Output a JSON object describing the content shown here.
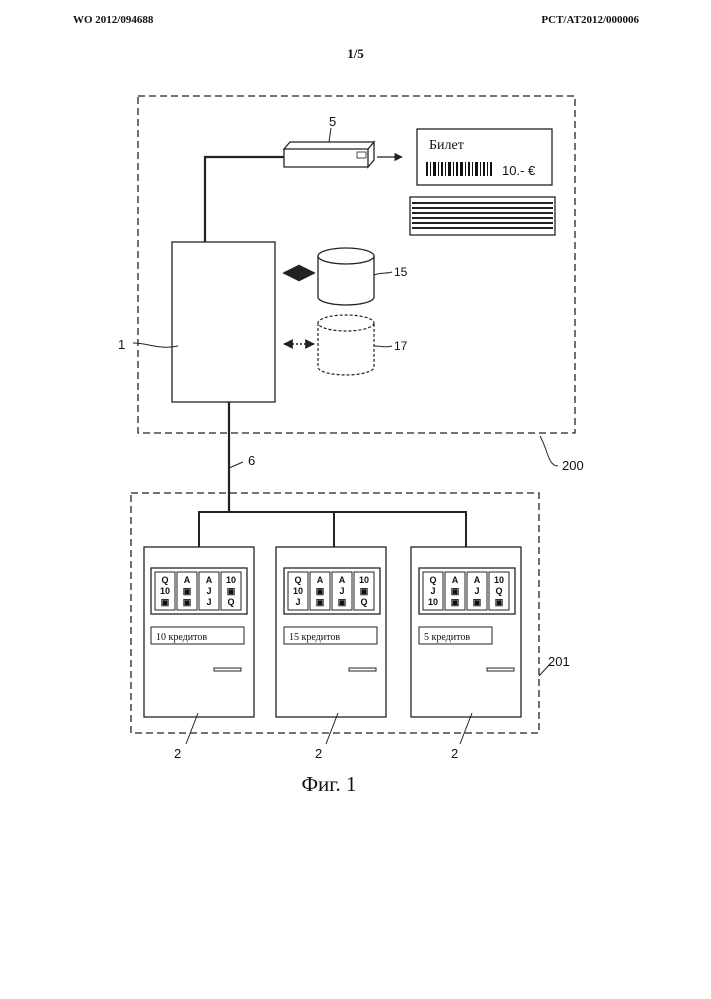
{
  "header": {
    "left": "WO 2012/094688",
    "right": "PCT/AT2012/000006",
    "sheet": "1/5"
  },
  "labels": {
    "server": "1",
    "printer": "5",
    "db_main": "15",
    "db_optional": "17",
    "link": "6",
    "group_server": "200",
    "group_machines": "201",
    "machine": "2"
  },
  "ticket": {
    "title": "Билет",
    "amount": "10.- €"
  },
  "machines": [
    {
      "credits": "10 кредитов",
      "reels": [
        [
          "Q",
          "10",
          "▣"
        ],
        [
          "A",
          "▣",
          "▣"
        ],
        [
          "A",
          "J",
          "J"
        ],
        [
          "10",
          "▣",
          "Q"
        ]
      ]
    },
    {
      "credits": "15 кредитов",
      "reels": [
        [
          "Q",
          "10",
          "J"
        ],
        [
          "A",
          "▣",
          "▣"
        ],
        [
          "A",
          "J",
          "▣"
        ],
        [
          "10",
          "▣",
          "Q"
        ]
      ]
    },
    {
      "credits": "5 кредитов",
      "reels": [
        [
          "Q",
          "J",
          "10"
        ],
        [
          "A",
          "▣",
          "▣"
        ],
        [
          "A",
          "J",
          "▣"
        ],
        [
          "10",
          "Q",
          "▣"
        ]
      ]
    }
  ],
  "caption": "Фиг. 1"
}
